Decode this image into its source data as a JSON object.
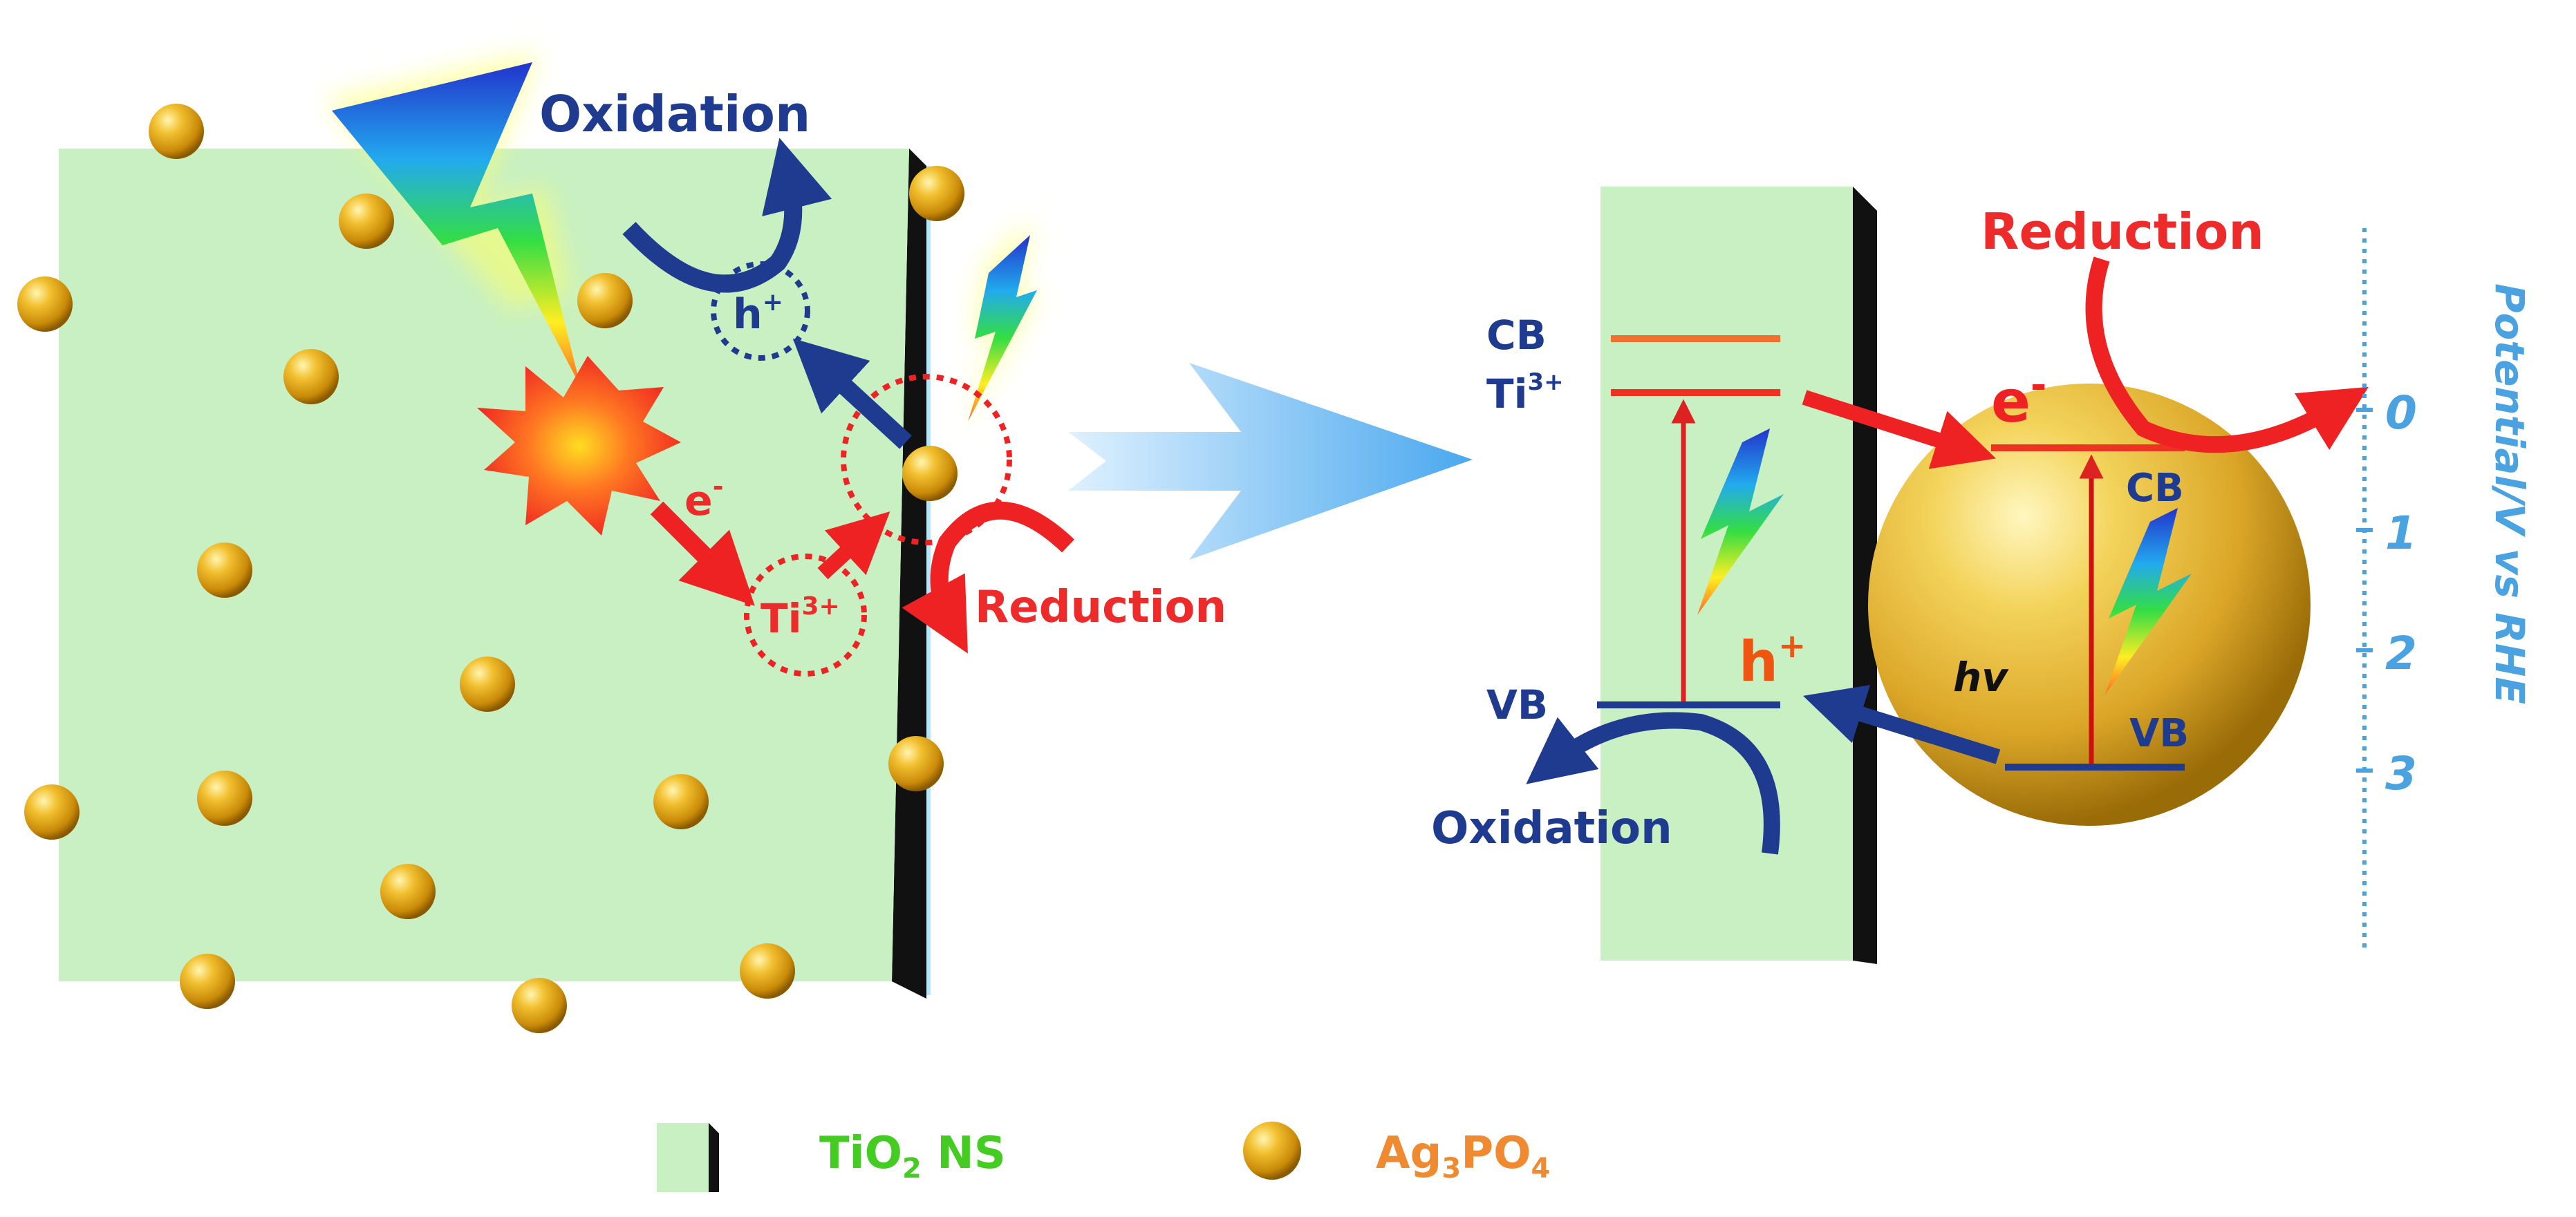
{
  "left_panel": {
    "oxidation": "Oxidation",
    "reduction": "Reduction",
    "hole": "h",
    "hole_sup": "+",
    "electron": "e",
    "electron_sup": "-",
    "ti": "Ti",
    "ti_sup": "3+"
  },
  "right_panel": {
    "cb_left": "CB",
    "ti_left": "Ti",
    "ti_left_sup": "3+",
    "vb_left": "VB",
    "hole": "h",
    "hole_sup": "+",
    "electron": "e",
    "electron_sup": "-",
    "reduction": "Reduction",
    "oxidation": "Oxidation",
    "cb_right": "CB",
    "vb_right": "VB",
    "hv": "hv",
    "axis_label": "Potential/V vs RHE",
    "axis_ticks": [
      "0",
      "1",
      "2",
      "3"
    ]
  },
  "legend": {
    "tio2_main": "TiO",
    "tio2_sub": "2",
    "tio2_suffix": " NS",
    "ag_main": "Ag",
    "ag_sub1": "3",
    "ag_mid": "PO",
    "ag_sub2": "4"
  },
  "colors": {
    "slab_face": "#c8f0c2",
    "slab_side": "#111111",
    "blue_label": "#1f3b8f",
    "red_label": "#ee2b2b",
    "cb_line": "#f07030",
    "axis_color": "#4aa3e0",
    "legend_green": "#44cc22",
    "legend_orange": "#f08a30"
  }
}
